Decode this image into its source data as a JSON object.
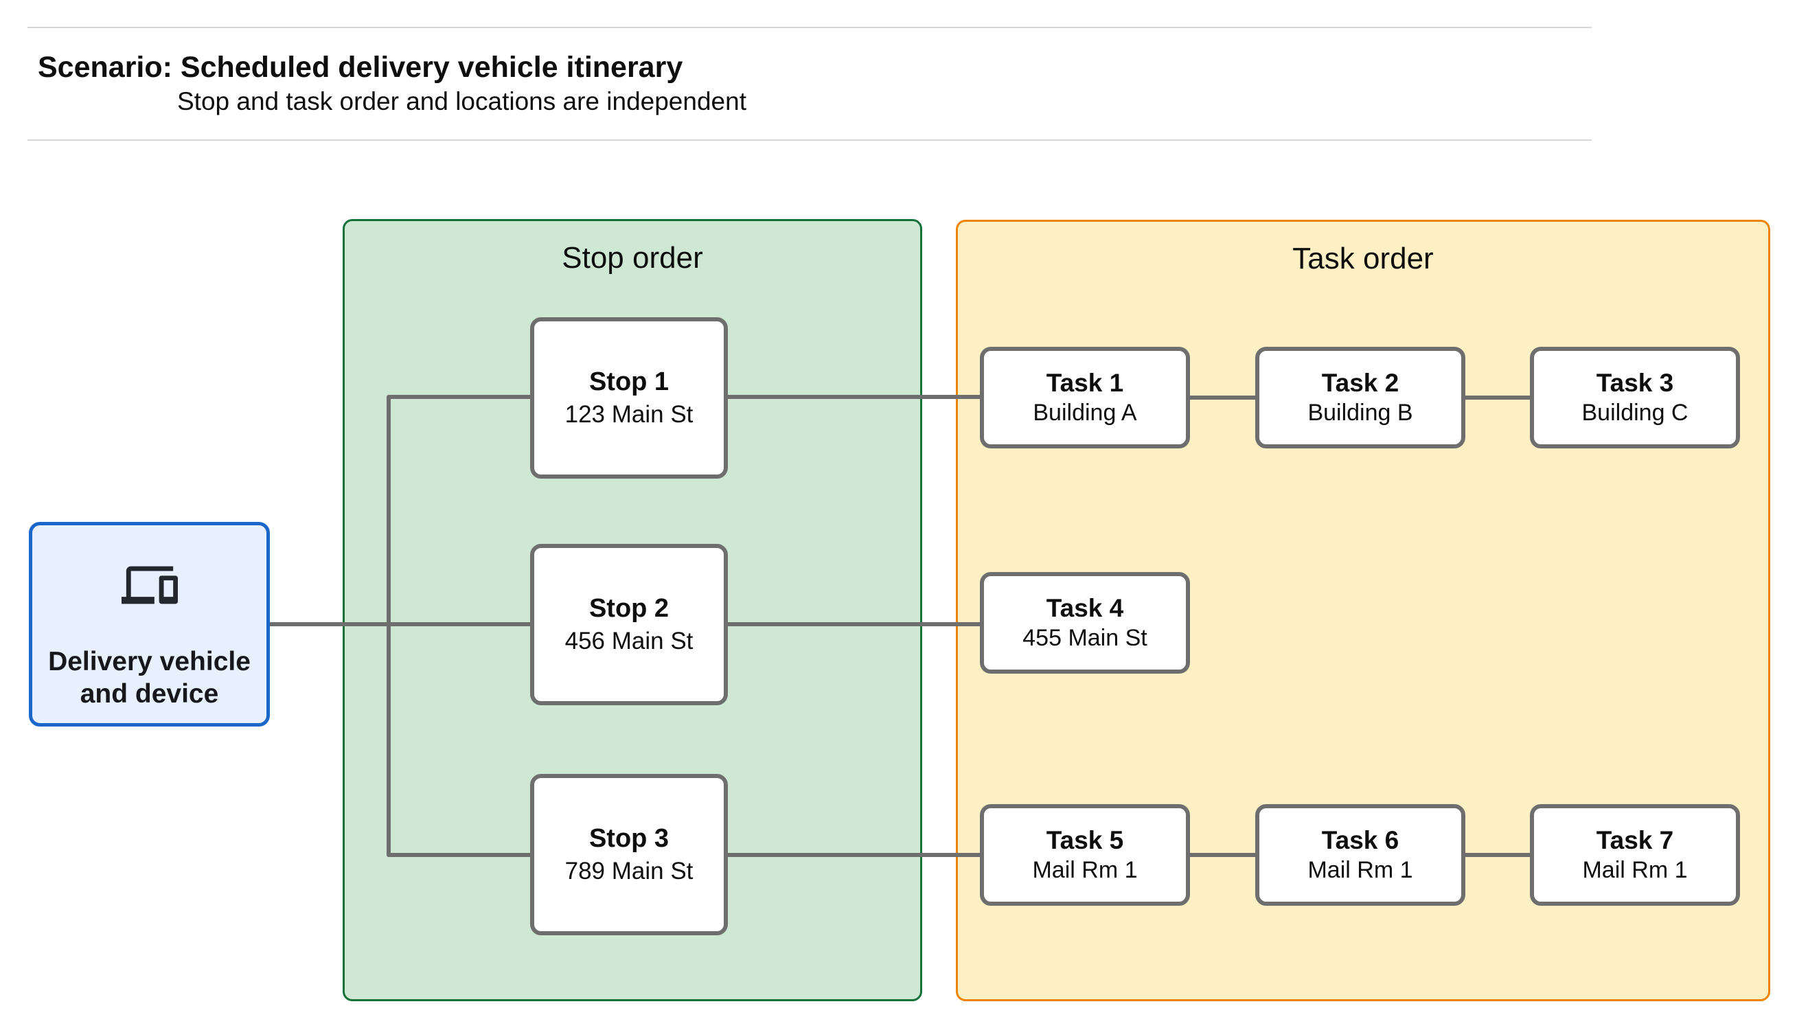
{
  "header": {
    "title": "Scenario: Scheduled delivery vehicle itinerary",
    "subtitle": "Stop and task order and locations are independent"
  },
  "vehicle": {
    "icon": "devices-icon",
    "label_line1": "Delivery vehicle",
    "label_line2": "and device"
  },
  "stop_panel": {
    "title": "Stop order"
  },
  "task_panel": {
    "title": "Task order"
  },
  "stops": [
    {
      "name": "Stop 1",
      "location": "123 Main St"
    },
    {
      "name": "Stop 2",
      "location": "456 Main St"
    },
    {
      "name": "Stop 3",
      "location": "789 Main St"
    }
  ],
  "tasks": [
    {
      "name": "Task 1",
      "location": "Building A"
    },
    {
      "name": "Task 2",
      "location": "Building B"
    },
    {
      "name": "Task 3",
      "location": "Building C"
    },
    {
      "name": "Task 4",
      "location": "455 Main St"
    },
    {
      "name": "Task 5",
      "location": "Mail Rm 1"
    },
    {
      "name": "Task 6",
      "location": "Mail Rm 1"
    },
    {
      "name": "Task 7",
      "location": "Mail Rm 1"
    }
  ],
  "colors": {
    "stop_panel_fill": "#cee8d4",
    "stop_panel_border": "#15713a",
    "task_panel_fill": "#fdf0c5",
    "task_panel_border": "#ee8400",
    "vehicle_fill": "#e8f0fe",
    "vehicle_border": "#1b66c9",
    "node_border": "#6e6e6e",
    "connector": "#6e6e6e",
    "rule": "#d6d6d6"
  }
}
